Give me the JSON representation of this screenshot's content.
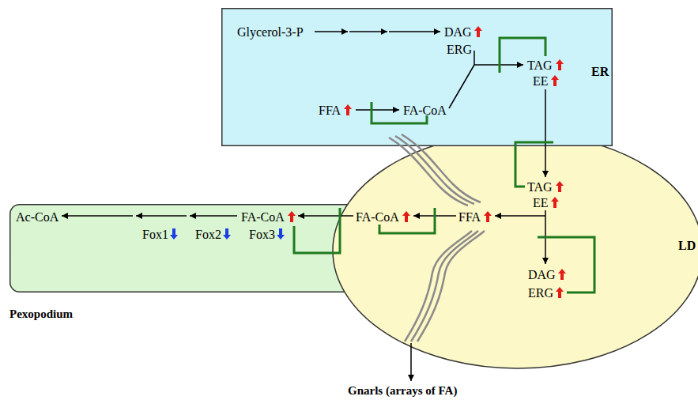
{
  "diagram": {
    "nodes": [
      {
        "text": [
          "ER"
        ]
      },
      {
        "text": [
          "LD"
        ]
      },
      {
        "text": [
          "Pexopodium"
        ]
      }
    ],
    "labels": [
      "Glycerol-3-P",
      "DAG",
      "ERG",
      "TAG",
      "EE",
      "FFA",
      "FA-CoA",
      "TAG",
      "EE",
      "FFA",
      "FA-CoA",
      "DAG",
      "ERG",
      "FA-CoA",
      "Ac-CoA",
      "Fox1",
      "Fox2",
      "Fox3",
      "Gnarls (arrays of FA)"
    ]
  }
}
